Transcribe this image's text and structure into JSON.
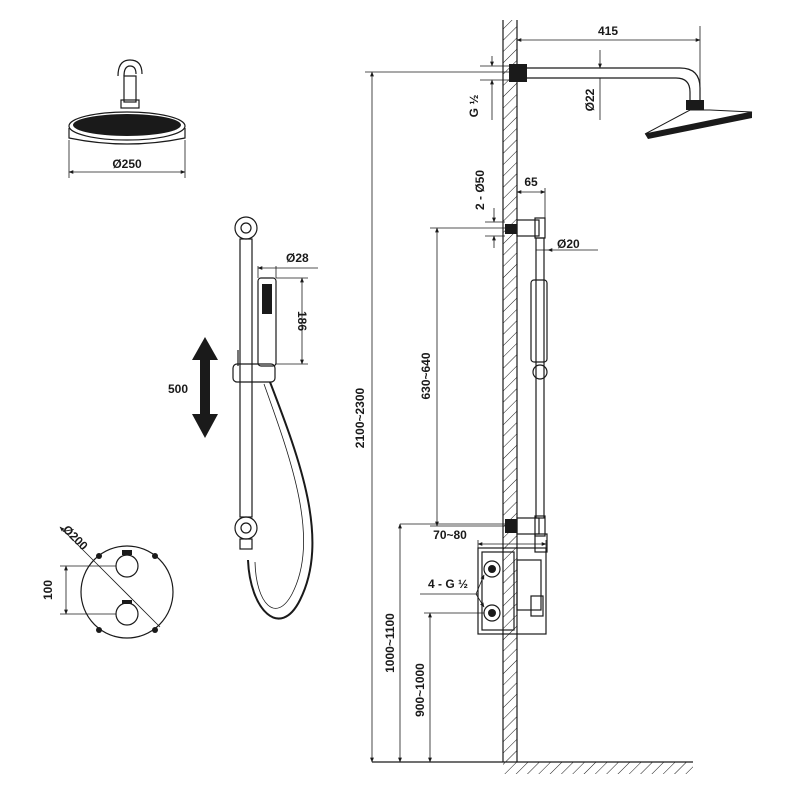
{
  "labels": {
    "head_diameter": "Ø250",
    "head_width": "415",
    "head_thread": "G ½",
    "arm_diameter": "Ø22",
    "outlet_count_dia": "2 - Ø50",
    "outlet_offset": "65",
    "rail_diameter": "Ø20",
    "hand_diameter": "Ø28",
    "hand_length": "186",
    "slide_travel": "500",
    "rail_height": "630~640",
    "total_height": "2100~2300",
    "box_depth": "70~80",
    "inlet_thread": "4 - G ½",
    "valve_height_upper": "1000~1100",
    "valve_height_lower": "900~1000",
    "plate_diameter": "Ø200",
    "knob_spacing": "100"
  }
}
